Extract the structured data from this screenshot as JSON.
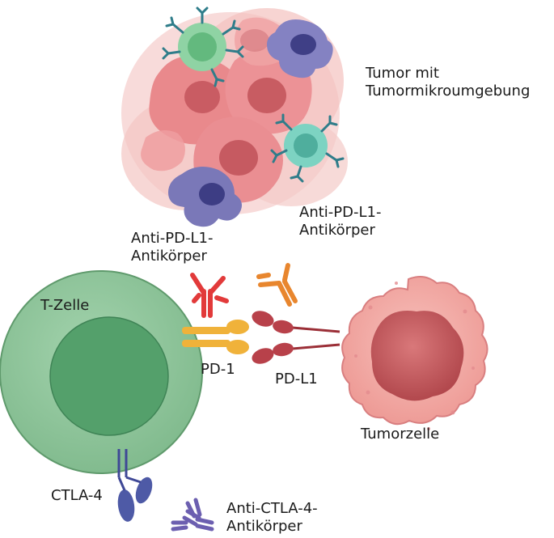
{
  "labels": {
    "tumor_env": [
      "Tumor mit",
      "Tumormikroumgebung"
    ],
    "anti_pdl1_right": [
      "Anti-PD-L1-",
      "Antikörper"
    ],
    "anti_pdl1_left": [
      "Anti-PD-L1-",
      "Antikörper"
    ],
    "t_cell": "T-Zelle",
    "pd1": "PD-1",
    "pdl1": "PD-L1",
    "tumor_cell": "Tumorzelle",
    "ctla4": "CTLA-4",
    "anti_ctla4": [
      "Anti-CTLA-4-",
      "Antikörper"
    ]
  },
  "colors": {
    "t_cell_outer": "#8dc49a",
    "t_cell_inner": "#4f9e68",
    "tumor_cell": "#f2a9a4",
    "tumor_nucleus": "#c85e60",
    "pd1": "#f0b23a",
    "pdl1": "#b8414a",
    "antibody_red": "#e23a3a",
    "antibody_orange": "#e8862e",
    "ctla4": "#4e5aa6",
    "antibody_purple": "#6c5fb0",
    "immune_cell_green": "#7fcc95",
    "immune_cell_teal": "#66c4b4",
    "immune_cell_purple": "#7b79b8",
    "receptor_teal": "#2f7d8a"
  }
}
